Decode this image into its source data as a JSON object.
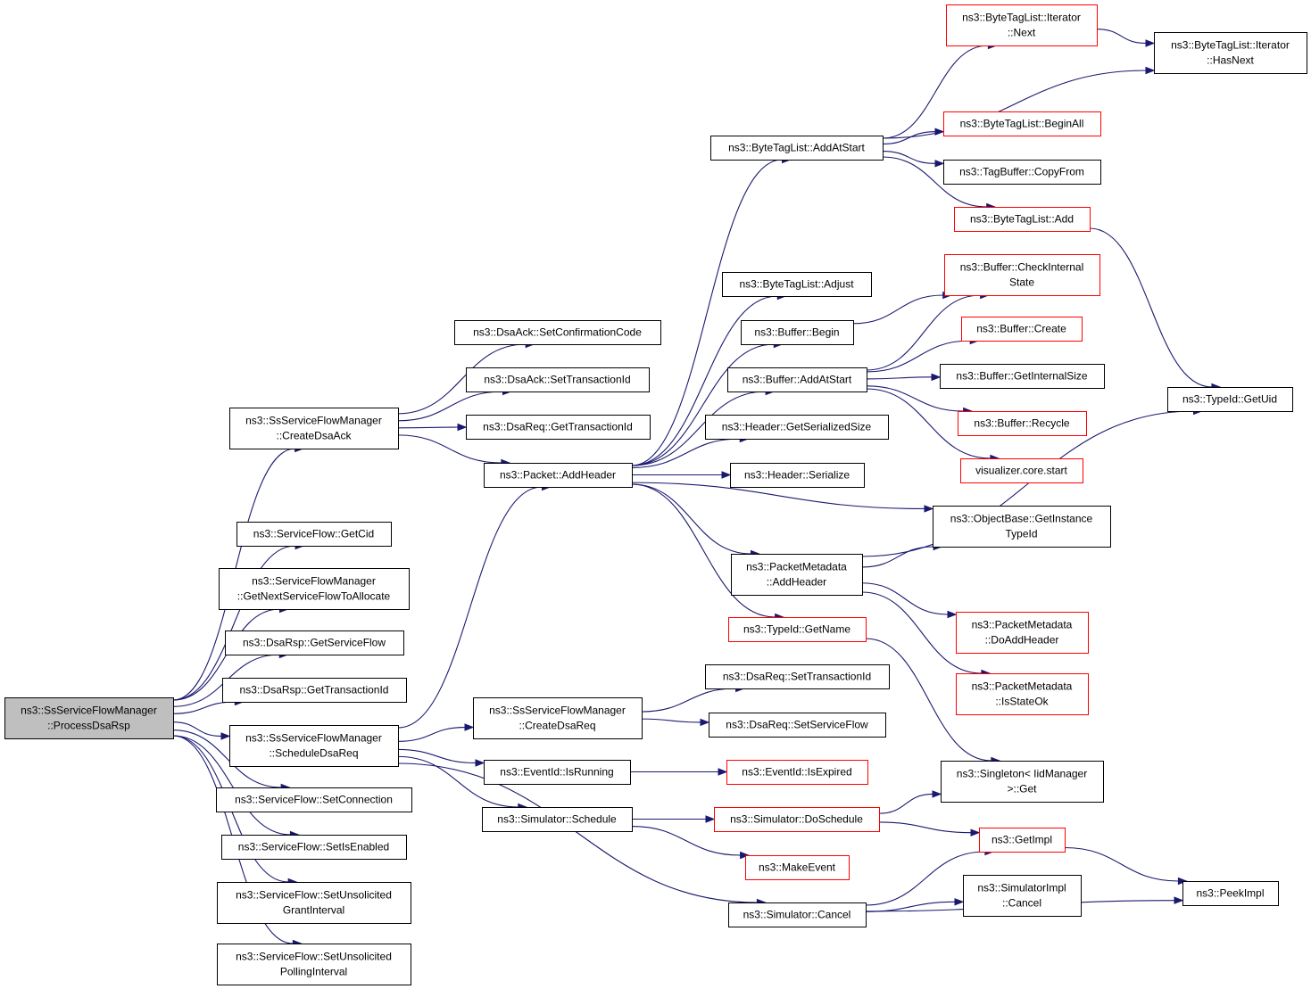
{
  "colors": {
    "edge": "#191970",
    "root_fill": "#bfbfbf",
    "normal_border": "#000000",
    "truncated_border": "#ff0000",
    "text": "#000000"
  },
  "nodes": [
    {
      "id": "root",
      "lines": [
        "ns3::SsServiceFlowManager",
        "::ProcessDsaRsp"
      ],
      "style": "root"
    },
    {
      "id": "createDsaAck",
      "lines": [
        "ns3::SsServiceFlowManager",
        "::CreateDsaAck"
      ],
      "style": "normal"
    },
    {
      "id": "getCid",
      "lines": [
        "ns3::ServiceFlow::GetCid"
      ],
      "style": "normal"
    },
    {
      "id": "getNextSF",
      "lines": [
        "ns3::ServiceFlowManager",
        "::GetNextServiceFlowToAllocate"
      ],
      "style": "normal"
    },
    {
      "id": "dsaRspGetSF",
      "lines": [
        "ns3::DsaRsp::GetServiceFlow"
      ],
      "style": "normal"
    },
    {
      "id": "dsaRspGetTid",
      "lines": [
        "ns3::DsaRsp::GetTransactionId"
      ],
      "style": "normal"
    },
    {
      "id": "scheduleDsaReq",
      "lines": [
        "ns3::SsServiceFlowManager",
        "::ScheduleDsaReq"
      ],
      "style": "normal"
    },
    {
      "id": "sfSetConnection",
      "lines": [
        "ns3::ServiceFlow::SetConnection"
      ],
      "style": "normal"
    },
    {
      "id": "sfSetIsEnabled",
      "lines": [
        "ns3::ServiceFlow::SetIsEnabled"
      ],
      "style": "normal"
    },
    {
      "id": "sfSetUGI",
      "lines": [
        "ns3::ServiceFlow::SetUnsolicited",
        "GrantInterval"
      ],
      "style": "normal"
    },
    {
      "id": "sfSetUPI",
      "lines": [
        "ns3::ServiceFlow::SetUnsolicited",
        "PollingInterval"
      ],
      "style": "normal"
    },
    {
      "id": "dsaAckSetConf",
      "lines": [
        "ns3::DsaAck::SetConfirmationCode"
      ],
      "style": "normal"
    },
    {
      "id": "dsaAckSetTid",
      "lines": [
        "ns3::DsaAck::SetTransactionId"
      ],
      "style": "normal"
    },
    {
      "id": "dsaReqGetTid",
      "lines": [
        "ns3::DsaReq::GetTransactionId"
      ],
      "style": "normal"
    },
    {
      "id": "packetAddHeader",
      "lines": [
        "ns3::Packet::AddHeader"
      ],
      "style": "normal"
    },
    {
      "id": "createDsaReq",
      "lines": [
        "ns3::SsServiceFlowManager",
        "::CreateDsaReq"
      ],
      "style": "normal"
    },
    {
      "id": "eventIsRunning",
      "lines": [
        "ns3::EventId::IsRunning"
      ],
      "style": "normal"
    },
    {
      "id": "simSchedule",
      "lines": [
        "ns3::Simulator::Schedule"
      ],
      "style": "normal"
    },
    {
      "id": "simCancel",
      "lines": [
        "ns3::Simulator::Cancel"
      ],
      "style": "normal"
    },
    {
      "id": "btlAddAtStart",
      "lines": [
        "ns3::ByteTagList::AddAtStart"
      ],
      "style": "normal"
    },
    {
      "id": "btlAdjust",
      "lines": [
        "ns3::ByteTagList::Adjust"
      ],
      "style": "normal"
    },
    {
      "id": "bufBegin",
      "lines": [
        "ns3::Buffer::Begin"
      ],
      "style": "normal"
    },
    {
      "id": "bufAddAtStart",
      "lines": [
        "ns3::Buffer::AddAtStart"
      ],
      "style": "normal"
    },
    {
      "id": "hdrGetSS",
      "lines": [
        "ns3::Header::GetSerializedSize"
      ],
      "style": "normal"
    },
    {
      "id": "hdrSerialize",
      "lines": [
        "ns3::Header::Serialize"
      ],
      "style": "normal"
    },
    {
      "id": "pmAddHeader",
      "lines": [
        "ns3::PacketMetadata",
        "::AddHeader"
      ],
      "style": "normal"
    },
    {
      "id": "tidGetName",
      "lines": [
        "ns3::TypeId::GetName"
      ],
      "style": "truncated"
    },
    {
      "id": "dsaReqSetTid",
      "lines": [
        "ns3::DsaReq::SetTransactionId"
      ],
      "style": "normal"
    },
    {
      "id": "dsaReqSetSF",
      "lines": [
        "ns3::DsaReq::SetServiceFlow"
      ],
      "style": "normal"
    },
    {
      "id": "eventIsExpired",
      "lines": [
        "ns3::EventId::IsExpired"
      ],
      "style": "truncated"
    },
    {
      "id": "simDoSchedule",
      "lines": [
        "ns3::Simulator::DoSchedule"
      ],
      "style": "truncated"
    },
    {
      "id": "makeEvent",
      "lines": [
        "ns3::MakeEvent"
      ],
      "style": "truncated"
    },
    {
      "id": "btlIterNext",
      "lines": [
        "ns3::ByteTagList::Iterator",
        "::Next"
      ],
      "style": "truncated"
    },
    {
      "id": "btlIterHasNext",
      "lines": [
        "ns3::ByteTagList::Iterator",
        "::HasNext"
      ],
      "style": "normal"
    },
    {
      "id": "btlBeginAll",
      "lines": [
        "ns3::ByteTagList::BeginAll"
      ],
      "style": "truncated"
    },
    {
      "id": "tbCopyFrom",
      "lines": [
        "ns3::TagBuffer::CopyFrom"
      ],
      "style": "normal"
    },
    {
      "id": "btlAdd",
      "lines": [
        "ns3::ByteTagList::Add"
      ],
      "style": "truncated"
    },
    {
      "id": "bufCheckInternal",
      "lines": [
        "ns3::Buffer::CheckInternal",
        "State"
      ],
      "style": "truncated"
    },
    {
      "id": "bufCreate",
      "lines": [
        "ns3::Buffer::Create"
      ],
      "style": "truncated"
    },
    {
      "id": "bufGetInternalSize",
      "lines": [
        "ns3::Buffer::GetInternalSize"
      ],
      "style": "normal"
    },
    {
      "id": "bufRecycle",
      "lines": [
        "ns3::Buffer::Recycle"
      ],
      "style": "truncated"
    },
    {
      "id": "vizCoreStart",
      "lines": [
        "visualizer.core.start"
      ],
      "style": "truncated"
    },
    {
      "id": "obGetInstanceTid",
      "lines": [
        "ns3::ObjectBase::GetInstance",
        "TypeId"
      ],
      "style": "normal"
    },
    {
      "id": "pmDoAddHeader",
      "lines": [
        "ns3::PacketMetadata",
        "::DoAddHeader"
      ],
      "style": "truncated"
    },
    {
      "id": "pmIsStateOk",
      "lines": [
        "ns3::PacketMetadata",
        "::IsStateOk"
      ],
      "style": "truncated"
    },
    {
      "id": "singletonGet",
      "lines": [
        "ns3::Singleton< IidManager",
        " >::Get"
      ],
      "style": "normal"
    },
    {
      "id": "getImpl",
      "lines": [
        "ns3::GetImpl"
      ],
      "style": "truncated"
    },
    {
      "id": "simImplCancel",
      "lines": [
        "ns3::SimulatorImpl",
        "::Cancel"
      ],
      "style": "normal"
    },
    {
      "id": "peekImpl",
      "lines": [
        "ns3::PeekImpl"
      ],
      "style": "normal"
    },
    {
      "id": "tidGetUid",
      "lines": [
        "ns3::TypeId::GetUid"
      ],
      "style": "normal"
    }
  ],
  "edges": [
    [
      "root",
      "createDsaAck"
    ],
    [
      "root",
      "getCid"
    ],
    [
      "root",
      "getNextSF"
    ],
    [
      "root",
      "dsaRspGetSF"
    ],
    [
      "root",
      "dsaRspGetTid"
    ],
    [
      "root",
      "scheduleDsaReq"
    ],
    [
      "root",
      "sfSetConnection"
    ],
    [
      "root",
      "sfSetIsEnabled"
    ],
    [
      "root",
      "sfSetUGI"
    ],
    [
      "root",
      "sfSetUPI"
    ],
    [
      "createDsaAck",
      "dsaAckSetConf"
    ],
    [
      "createDsaAck",
      "dsaAckSetTid"
    ],
    [
      "createDsaAck",
      "dsaReqGetTid"
    ],
    [
      "createDsaAck",
      "packetAddHeader"
    ],
    [
      "scheduleDsaReq",
      "packetAddHeader"
    ],
    [
      "scheduleDsaReq",
      "createDsaReq"
    ],
    [
      "scheduleDsaReq",
      "eventIsRunning"
    ],
    [
      "scheduleDsaReq",
      "simSchedule"
    ],
    [
      "scheduleDsaReq",
      "simCancel"
    ],
    [
      "packetAddHeader",
      "btlAddAtStart"
    ],
    [
      "packetAddHeader",
      "btlAdjust"
    ],
    [
      "packetAddHeader",
      "bufBegin"
    ],
    [
      "packetAddHeader",
      "bufAddAtStart"
    ],
    [
      "packetAddHeader",
      "hdrGetSS"
    ],
    [
      "packetAddHeader",
      "hdrSerialize"
    ],
    [
      "packetAddHeader",
      "obGetInstanceTid"
    ],
    [
      "packetAddHeader",
      "pmAddHeader"
    ],
    [
      "packetAddHeader",
      "tidGetName"
    ],
    [
      "createDsaReq",
      "dsaReqSetTid"
    ],
    [
      "createDsaReq",
      "dsaReqSetSF"
    ],
    [
      "eventIsRunning",
      "eventIsExpired"
    ],
    [
      "simSchedule",
      "simDoSchedule"
    ],
    [
      "simSchedule",
      "makeEvent"
    ],
    [
      "simCancel",
      "getImpl"
    ],
    [
      "simCancel",
      "simImplCancel"
    ],
    [
      "simCancel",
      "peekImpl"
    ],
    [
      "btlAddAtStart",
      "btlIterNext"
    ],
    [
      "btlAddAtStart",
      "btlIterHasNext"
    ],
    [
      "btlAddAtStart",
      "btlBeginAll"
    ],
    [
      "btlAddAtStart",
      "tbCopyFrom"
    ],
    [
      "btlAddAtStart",
      "btlAdd"
    ],
    [
      "btlIterNext",
      "btlIterHasNext"
    ],
    [
      "btlAdd",
      "tidGetUid"
    ],
    [
      "bufBegin",
      "bufCheckInternal"
    ],
    [
      "bufAddAtStart",
      "bufCheckInternal"
    ],
    [
      "bufAddAtStart",
      "bufCreate"
    ],
    [
      "bufAddAtStart",
      "bufGetInternalSize"
    ],
    [
      "bufAddAtStart",
      "bufRecycle"
    ],
    [
      "bufAddAtStart",
      "vizCoreStart"
    ],
    [
      "pmAddHeader",
      "obGetInstanceTid"
    ],
    [
      "pmAddHeader",
      "tidGetUid"
    ],
    [
      "pmAddHeader",
      "pmDoAddHeader"
    ],
    [
      "pmAddHeader",
      "pmIsStateOk"
    ],
    [
      "tidGetName",
      "singletonGet"
    ],
    [
      "simDoSchedule",
      "singletonGet"
    ],
    [
      "simDoSchedule",
      "getImpl"
    ],
    [
      "getImpl",
      "peekImpl"
    ]
  ]
}
